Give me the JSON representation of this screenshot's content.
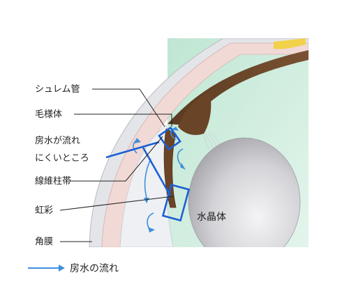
{
  "labels": {
    "schlemm": "シュレム管",
    "ciliary_body": "毛様体",
    "poor_outflow_1": "房水が流れ",
    "poor_outflow_2": "にくいところ",
    "zonule": "線維柱帯",
    "iris": "虹彩",
    "cornea": "角膜",
    "lens": "水晶体"
  },
  "legend": {
    "text": "房水の流れ"
  },
  "colors": {
    "flow": "#3f8fdc",
    "highlight": "#1c5fd6",
    "iris": "#6b4426",
    "vitreous": "#cfeee0",
    "lens": "#c9c9cc",
    "cornea": "#e6e7ea"
  }
}
